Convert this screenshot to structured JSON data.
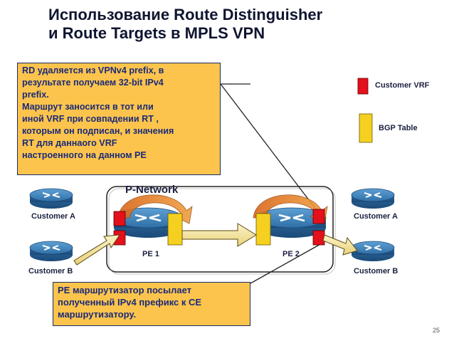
{
  "title": {
    "line1": "Использование Route Distinguisher",
    "line2": "и Route Targets в MPLS VPN"
  },
  "top_note": {
    "lines": [
      "RD удаляется  из VPNv4 prefix, в",
      "результате получаем 32-bit IPv4",
      "prefix.",
      "Маршрут заносится в тот или",
      "иной VRF при совпадении RT ,",
      "которым он подписан, и значения",
      "RT для даннаого VRF",
      "настроенного на данном PE"
    ]
  },
  "bottom_note": {
    "lines": [
      "PE маршрутизатор посылает",
      "полученный IPv4 префикс к CE",
      "маршрутизатору."
    ]
  },
  "legend": {
    "vrf_label": "Customer VRF",
    "bgp_label": "BGP Table",
    "vrf_color": "#e4101c",
    "bgp_color": "#f5d020"
  },
  "network": {
    "cloud_label": "P-Network",
    "pe1_label": "PE 1",
    "pe2_label": "PE 2",
    "left_a": "Customer A",
    "left_b": "Customer B",
    "right_a": "Customer A",
    "right_b": "Customer B"
  },
  "colors": {
    "router_blue": "#3a7fb8",
    "note_fill": "#fcc44c",
    "arrow_fill": "#f8e8a0",
    "swirl_orange": "#e07a1c"
  },
  "page_number": "25"
}
